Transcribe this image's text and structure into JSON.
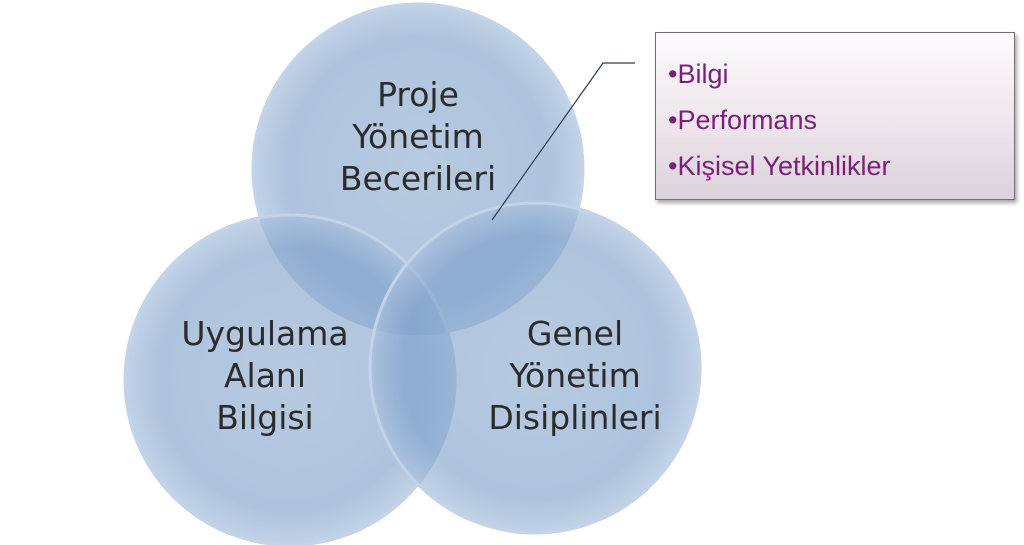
{
  "diagram": {
    "circles": [
      {
        "id": "top",
        "lines": [
          "Proje",
          "Yönetim",
          "Becerileri"
        ]
      },
      {
        "id": "left",
        "lines": [
          "Uygulama",
          "Alanı",
          "Bilgisi"
        ]
      },
      {
        "id": "right",
        "lines": [
          "Genel",
          "Yönetim",
          "Disiplinleri"
        ]
      }
    ],
    "callout": {
      "items": [
        "•Bilgi",
        "•Performans",
        "•Kişisel Yetkinlikler"
      ]
    },
    "colors": {
      "circle_fill": "#7c9fc9",
      "circle_edge": "#a9c0dd",
      "text": "#2b2b2b",
      "callout_text": "#7b1f7a",
      "callout_border": "#7a6a78"
    }
  }
}
